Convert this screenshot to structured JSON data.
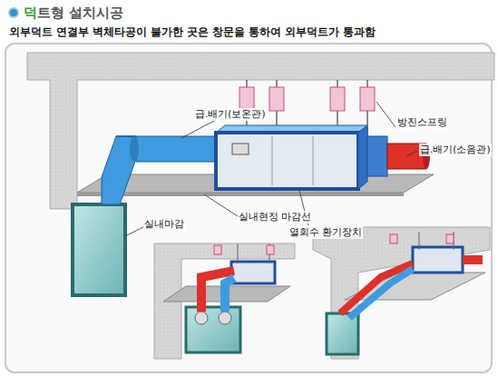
{
  "diagram": {
    "title": "덕트형 설치시공",
    "labels": [
      "외부덕트 연결부 벽체타공이 불가한 곳은 창문을 통하여 외부덕트가 통과함",
      "방진스프링",
      "급.배기(보온관)",
      "급.배기(소음관)",
      "실내마감",
      "실내현정 마감선",
      "열회수 환기장치"
    ]
  }
}
